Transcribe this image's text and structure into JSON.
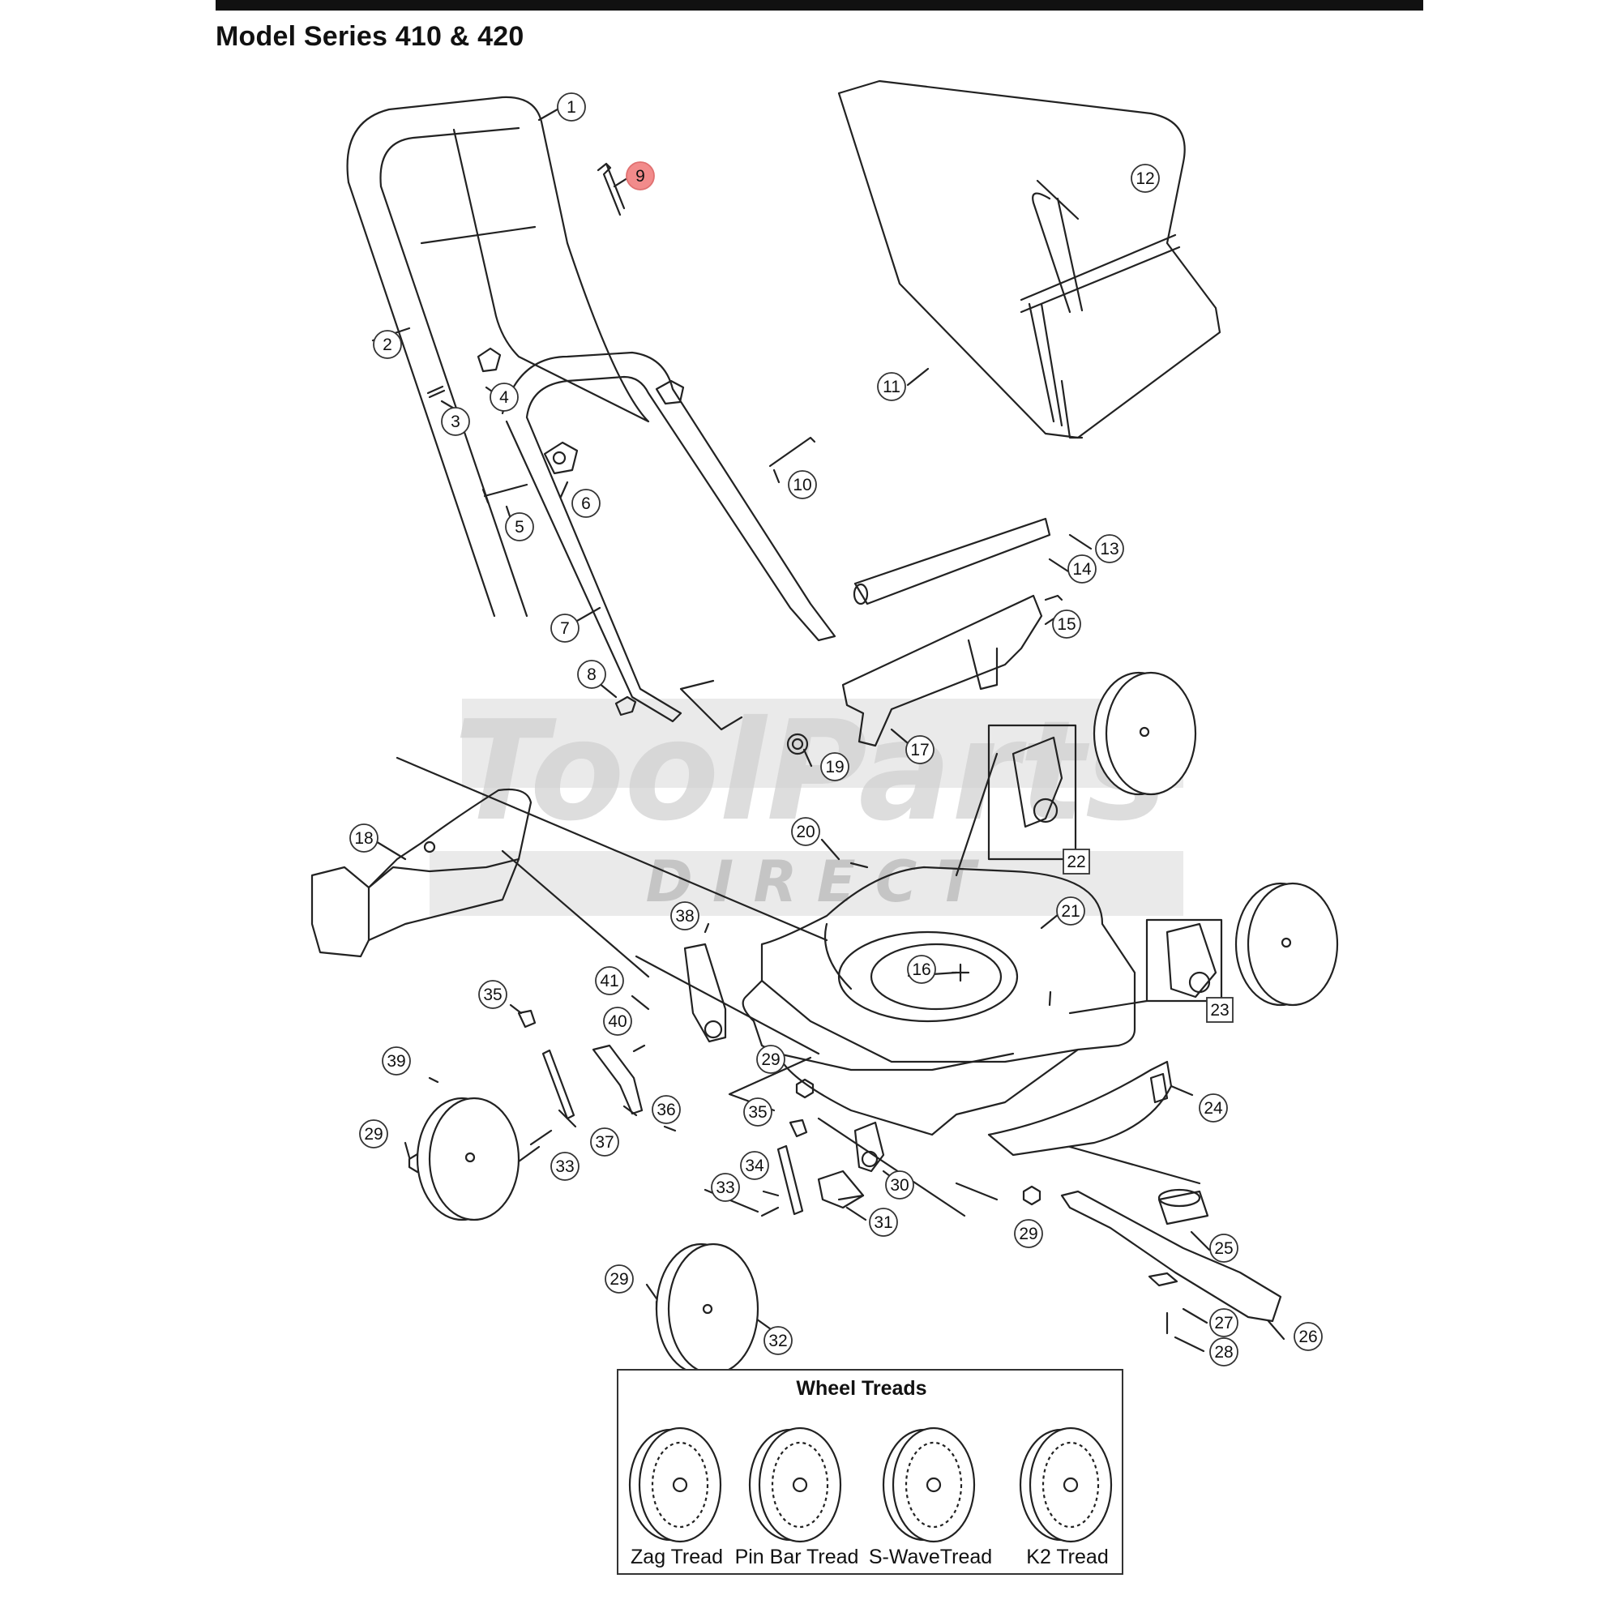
{
  "header": {
    "title": "Model Series 410 & 420"
  },
  "watermark": {
    "line1": "ToolParts",
    "line2": "D I R E C T"
  },
  "callouts": [
    {
      "label": "1"
    },
    {
      "label": "2"
    },
    {
      "label": "3"
    },
    {
      "label": "4"
    },
    {
      "label": "5"
    },
    {
      "label": "6"
    },
    {
      "label": "7"
    },
    {
      "label": "8"
    },
    {
      "label": "9",
      "highlighted": true
    },
    {
      "label": "10"
    },
    {
      "label": "11"
    },
    {
      "label": "12"
    },
    {
      "label": "13"
    },
    {
      "label": "14"
    },
    {
      "label": "15"
    },
    {
      "label": "16"
    },
    {
      "label": "17"
    },
    {
      "label": "18"
    },
    {
      "label": "19"
    },
    {
      "label": "20"
    },
    {
      "label": "21"
    },
    {
      "label": "22"
    },
    {
      "label": "23"
    },
    {
      "label": "24"
    },
    {
      "label": "25"
    },
    {
      "label": "26"
    },
    {
      "label": "27"
    },
    {
      "label": "28"
    },
    {
      "label": "29"
    },
    {
      "label": "29"
    },
    {
      "label": "29"
    },
    {
      "label": "29"
    },
    {
      "label": "30"
    },
    {
      "label": "31"
    },
    {
      "label": "32"
    },
    {
      "label": "33"
    },
    {
      "label": "33"
    },
    {
      "label": "34"
    },
    {
      "label": "35"
    },
    {
      "label": "35"
    },
    {
      "label": "36"
    },
    {
      "label": "37"
    },
    {
      "label": "38"
    },
    {
      "label": "39"
    },
    {
      "label": "40"
    },
    {
      "label": "41"
    }
  ],
  "wheel_treads": {
    "title": "Wheel Treads",
    "items": [
      {
        "label": "Zag Tread"
      },
      {
        "label": "Pin Bar Tread"
      },
      {
        "label": "S-WaveTread"
      },
      {
        "label": "K2 Tread"
      }
    ]
  },
  "colors": {
    "highlight_callout": "#f28b8b",
    "line": "#222222",
    "watermark": "#cfcfcf"
  }
}
